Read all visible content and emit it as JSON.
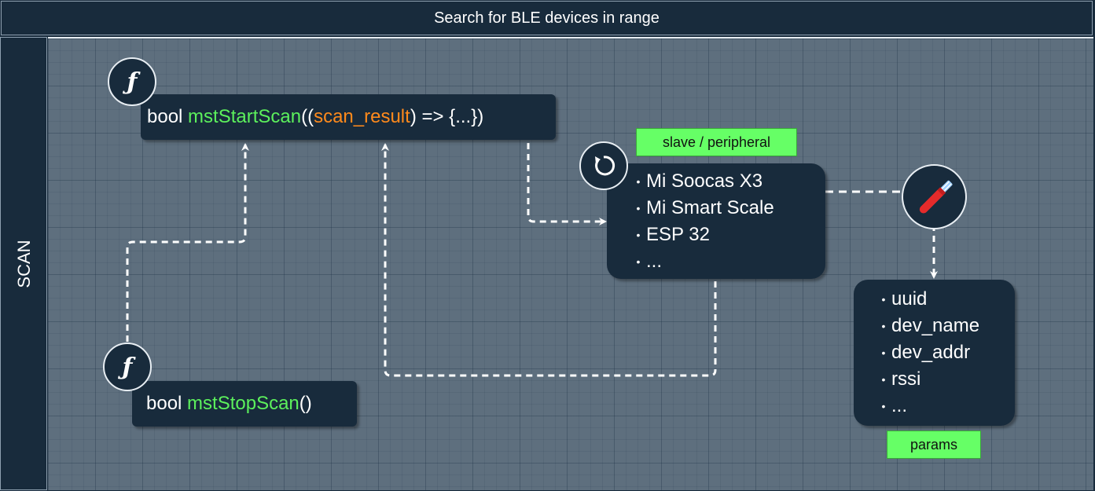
{
  "header": {
    "title": "Search for BLE devices in range"
  },
  "lane": {
    "label": "SCAN"
  },
  "start_scan": {
    "kw": "bool ",
    "name": "mstStartScan",
    "open": "((",
    "param": "scan_result",
    "close": ") => {...})"
  },
  "stop_scan": {
    "kw": "bool ",
    "name": "mstStopScan",
    "close": "()"
  },
  "function_icon": "function-f-icon",
  "devices": {
    "tag": "slave / peripheral",
    "items": [
      "Mi Soocas X3",
      "Mi Smart Scale",
      "ESP 32",
      "..."
    ]
  },
  "params": {
    "tag": "params",
    "items": [
      "uuid",
      "dev_name",
      "dev_addr",
      "rssi",
      "..."
    ]
  },
  "colors": {
    "node_bg": "#182b3c",
    "canvas_bg": "#5e6f7e",
    "func_name": "#5cf05c",
    "param_name": "#ff8a1c",
    "tag_bg": "#66ff66"
  }
}
